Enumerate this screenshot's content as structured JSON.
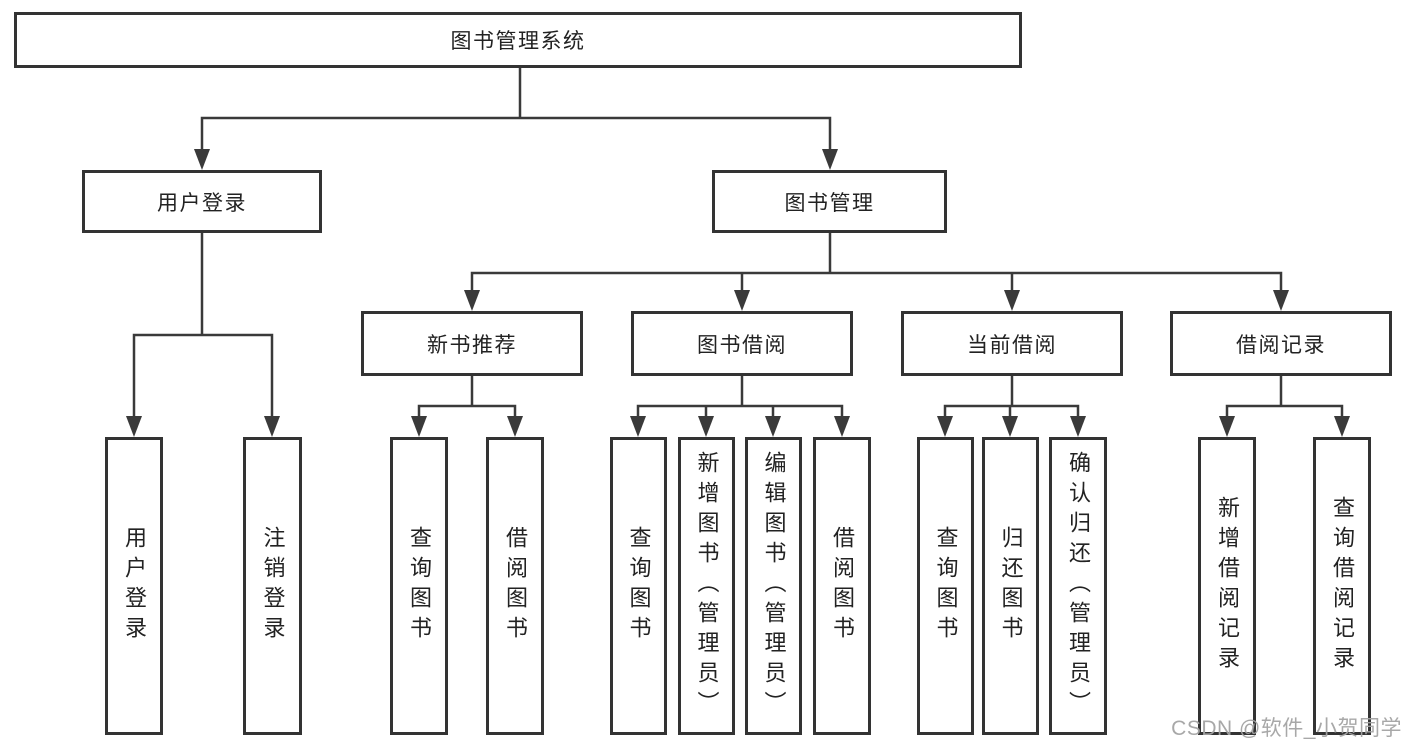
{
  "diagram": {
    "tree": {
      "root": {
        "label": "图书管理系统"
      },
      "branches": [
        {
          "label": "用户登录",
          "children": [
            {
              "label": "用户登录"
            },
            {
              "label": "注销登录"
            }
          ]
        },
        {
          "label": "图书管理",
          "children": [
            {
              "label": "新书推荐",
              "children": [
                {
                  "label": "查询图书"
                },
                {
                  "label": "借阅图书"
                }
              ]
            },
            {
              "label": "图书借阅",
              "children": [
                {
                  "label": "查询图书"
                },
                {
                  "label": "新增图书（管理员）"
                },
                {
                  "label": "编辑图书（管理员）"
                },
                {
                  "label": "借阅图书"
                }
              ]
            },
            {
              "label": "当前借阅",
              "children": [
                {
                  "label": "查询图书"
                },
                {
                  "label": "归还图书"
                },
                {
                  "label": "确认归还（管理员）"
                }
              ]
            },
            {
              "label": "借阅记录",
              "children": [
                {
                  "label": "新增借阅记录"
                },
                {
                  "label": "查询借阅记录"
                }
              ]
            }
          ]
        }
      ]
    },
    "colors": {
      "box_border": "#333333",
      "connector_line": "#3a3a3a",
      "text": "#222222",
      "watermark": "#a3a3a3",
      "background": "#ffffff"
    }
  },
  "watermark": {
    "text": "CSDN @软件_小贺同学"
  }
}
